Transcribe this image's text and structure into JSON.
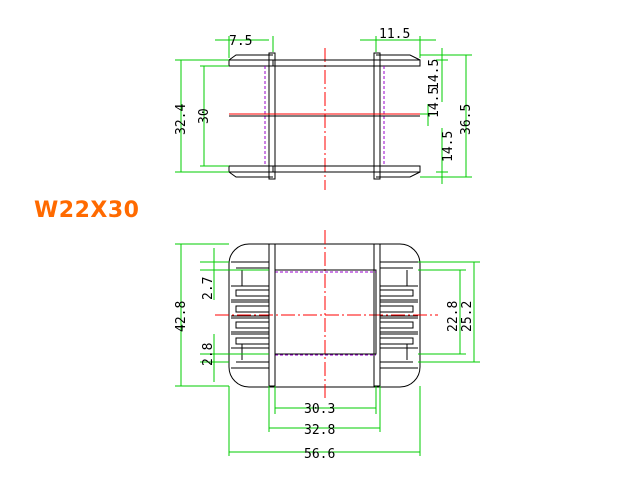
{
  "title": "W22X30",
  "colors": {
    "dimension": "#00cc00",
    "outline": "#000000",
    "centerline": "#ff0000",
    "hidden": "#9900cc",
    "title": "#ff6a00"
  },
  "top_view": {
    "dim_left_top": "7.5",
    "dim_right_top": "11.5",
    "dim_height_outer": "32.4",
    "dim_height_inner": "30",
    "dim_right_upper": "14.5",
    "dim_right_mid": "14.5",
    "dim_right_lower": "14.5",
    "dim_total_height": "36.5"
  },
  "bottom_view": {
    "dim_height": "42.8",
    "dim_upper_step": "2.7",
    "dim_lower_step": "2.8",
    "dim_right_inner": "22.8",
    "dim_right_outer": "25.2",
    "dim_width_inner": "30.3",
    "dim_width_mid": "32.8",
    "dim_width_total": "56.6"
  }
}
